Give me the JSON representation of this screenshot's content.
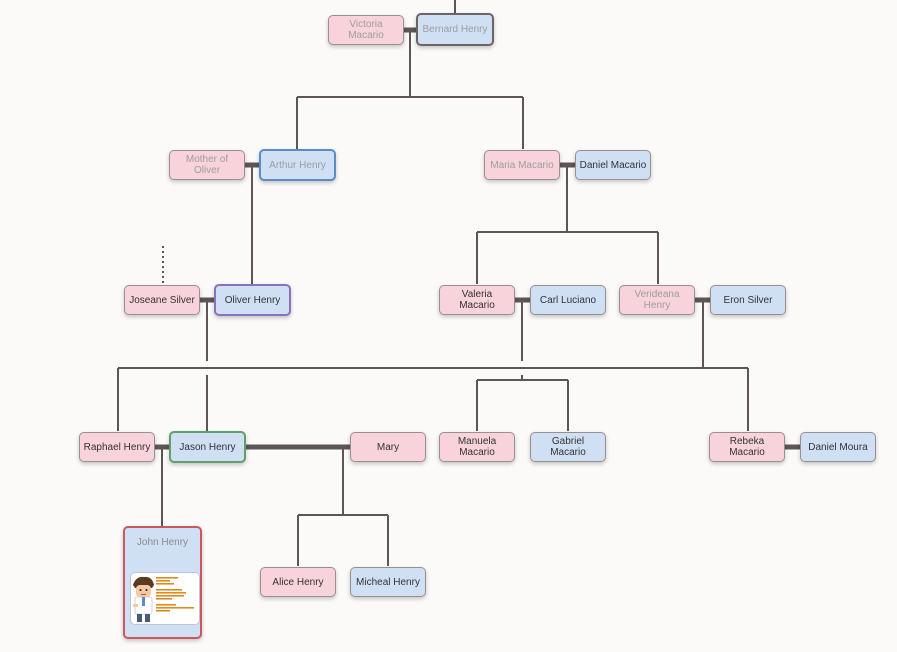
{
  "people": {
    "victoria_macario": "Victoria Macario",
    "bernard_henry": "Bernard Henry",
    "mother_of_oliver": "Mother of Oliver",
    "arthur_henry": "Arthur Henry",
    "maria_macario": "Maria Macario",
    "daniel_macario": "Daniel Macario",
    "joseane_silver": "Joseane Silver",
    "oliver_henry": "Oliver Henry",
    "valeria_macario": "Valeria Macario",
    "carl_luciano": "Carl Luciano",
    "verideana_henry": "Verideana Henry",
    "eron_silver": "Eron Silver",
    "raphael_henry": "Raphael Henry",
    "jason_henry": "Jason Henry",
    "mary": "Mary",
    "manuela_macario": "Manuela Macario",
    "gabriel_macario": "Gabriel Macario",
    "rebeka_macario": "Rebeka Macario",
    "daniel_moura": "Daniel Moura",
    "john_henry": "John Henry",
    "alice_henry": "Alice Henry",
    "micheal_henry": "Micheal Henry"
  },
  "colors": {
    "female_fill": "#f9d3dc",
    "male_fill": "#cfe0f5",
    "connector": "#5e5555",
    "selected_border": "#c9585f"
  }
}
